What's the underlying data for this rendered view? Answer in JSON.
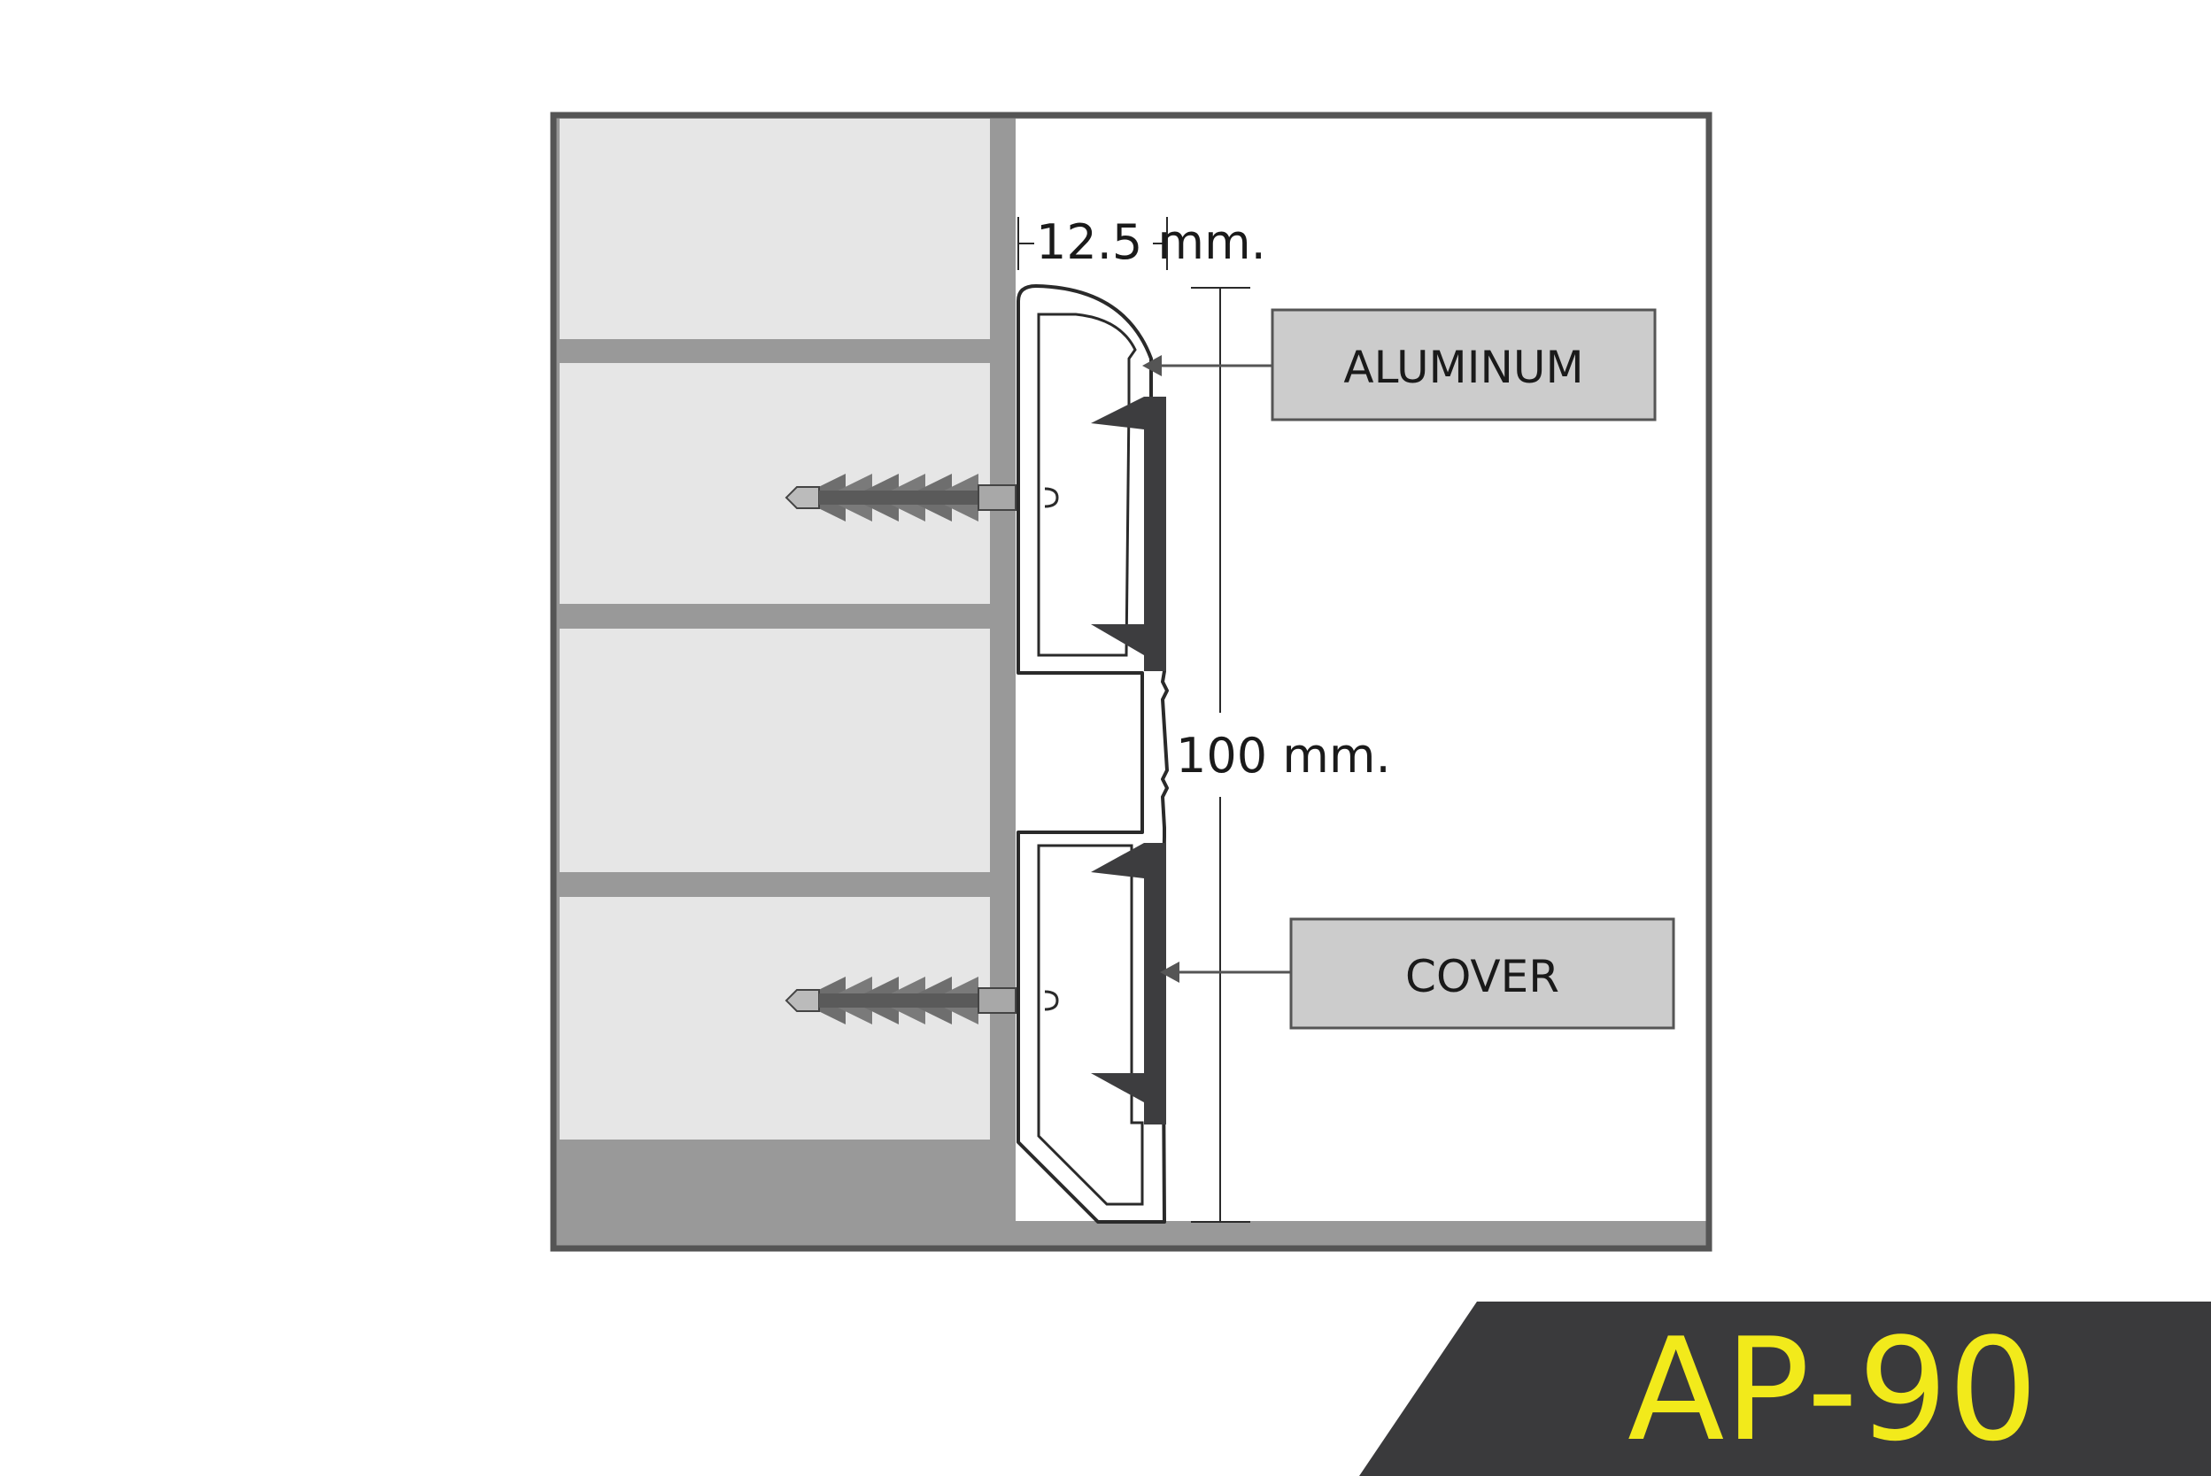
{
  "dimensions": {
    "width_label": "12.5 mm.",
    "height_label": "100 mm."
  },
  "callouts": {
    "top": "ALUMINUM",
    "bottom": "COVER"
  },
  "model": {
    "code": "AP-90"
  },
  "colors": {
    "frame": "#555555",
    "wall_gray": "#999999",
    "tile": "#e6e6e6",
    "grout": "#999999",
    "callout_fill": "#cccccc",
    "cover_dark": "#3d3d3f",
    "banner": "#3a3a3c",
    "model_text": "#f2ea1b"
  }
}
